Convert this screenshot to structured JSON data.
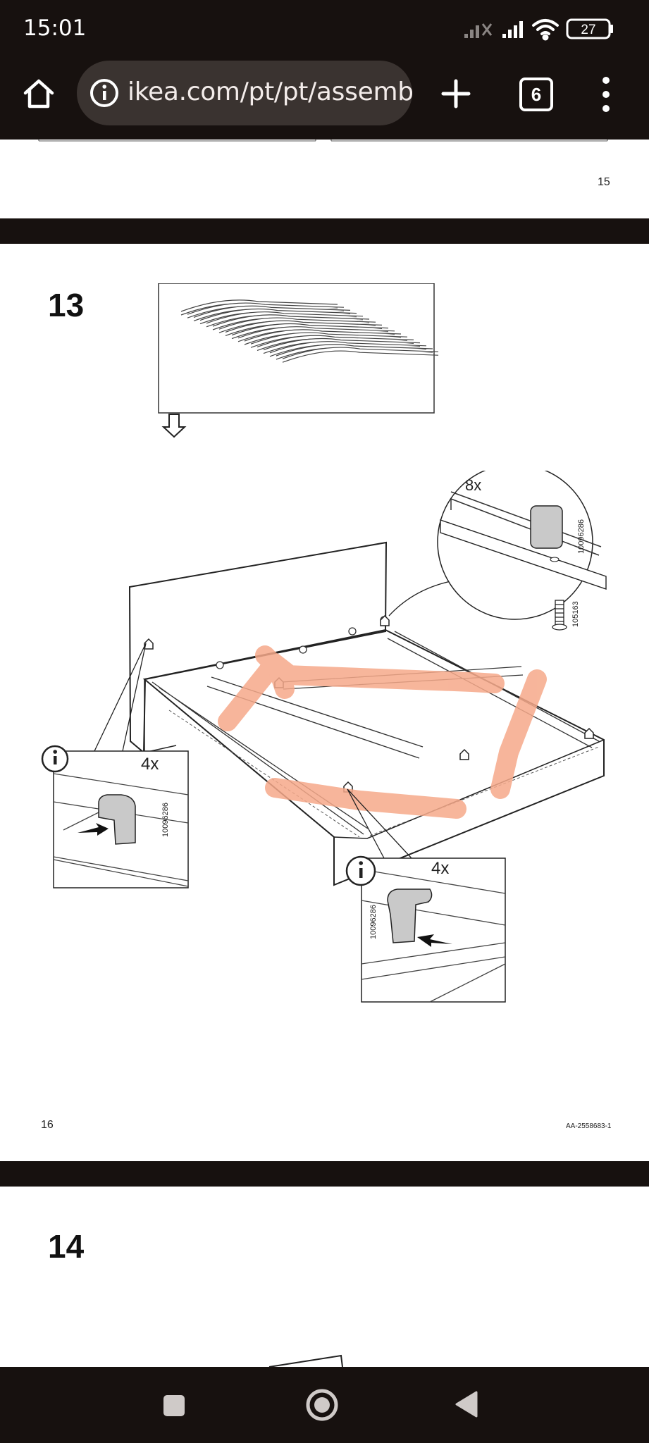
{
  "status": {
    "time": "15:01",
    "battery": "27"
  },
  "browser": {
    "url": "ikea.com/pt/pt/assembly",
    "tab_count": "6"
  },
  "document": {
    "prev_page_number": "15",
    "step_13": {
      "number": "13",
      "callout_top": {
        "count": "8x",
        "part_code_a": "10096286",
        "part_code_b": "105163"
      },
      "callout_left": {
        "count": "4x",
        "part_code": "10096286"
      },
      "callout_bottom": {
        "count": "4x",
        "part_code": "10096286"
      }
    },
    "page_number": "16",
    "doc_code": "AA-2558683-1",
    "step_14": {
      "number": "14"
    }
  },
  "icons": {
    "home": "home-icon",
    "info": "info-icon",
    "new_tab": "plus-icon",
    "tabs": "tab-switcher-icon",
    "menu": "more-vert-icon",
    "signal": "signal-icon",
    "wifi": "wifi-icon",
    "battery": "battery-icon",
    "nav_recent": "square-icon",
    "nav_home": "circle-icon",
    "nav_back": "back-triangle-icon"
  },
  "colors": {
    "chrome_bg": "#17110f",
    "url_pill": "#3a3330",
    "highlight": "#f6a98a"
  }
}
